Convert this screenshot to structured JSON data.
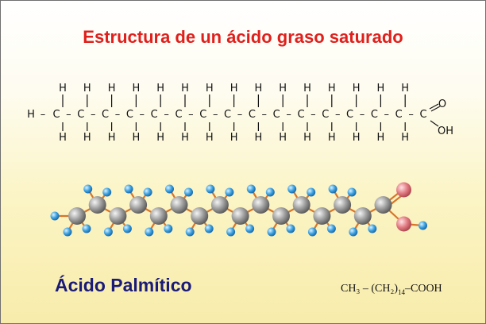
{
  "title": "Estructura de un ácido graso saturado",
  "structural_formula": {
    "terminal_hydrogen": "H",
    "chain_carbons": 16,
    "carbon_symbol": "C",
    "hydrogen_symbol": "H",
    "bond": "–",
    "carbonyl_oxygen": "O",
    "hydroxyl": "OH"
  },
  "ball_model": {
    "carbon_count": 16,
    "colors": {
      "carbon": "#8a8a8a",
      "hydrogen": "#3aa0e0",
      "oxygen": "#e27b82",
      "bond": "#d8752a"
    }
  },
  "molecule_name": "Ácido Palmítico",
  "condensed_formula": {
    "ch3": "CH₃",
    "dash": "–",
    "ch2": "(CH₂)",
    "subscript": "14",
    "cooh": "COOH"
  }
}
